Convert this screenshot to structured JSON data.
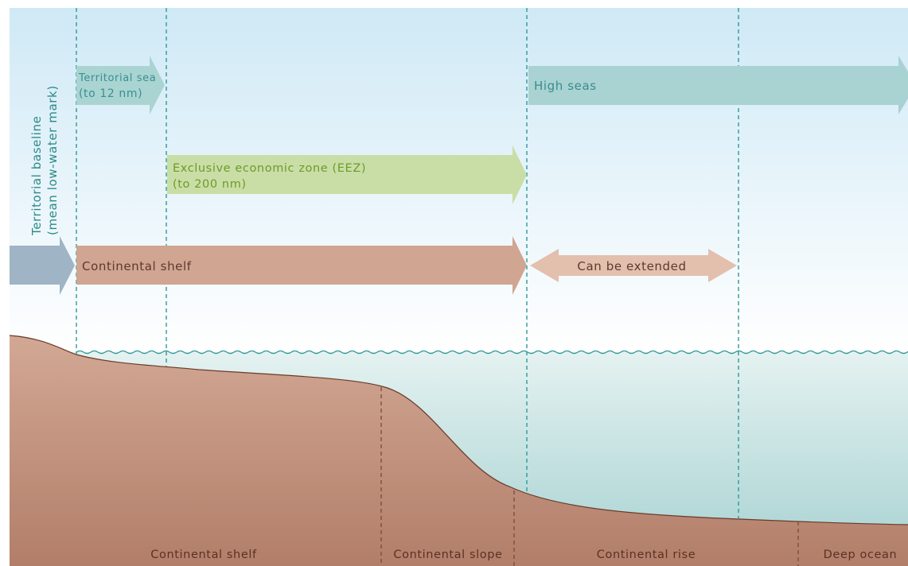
{
  "labels": {
    "baseline_line1": "Territorial baseline",
    "baseline_line2": "(mean low-water mark)",
    "territorial_sea_line1": "Territorial sea",
    "territorial_sea_line2": "(to 12 nm)",
    "high_seas": "High seas",
    "eez_line1": "Exclusive economic zone (EEZ)",
    "eez_line2": "(to 200 nm)",
    "continental_shelf_zone": "Continental shelf",
    "can_be_extended": "Can be extended"
  },
  "seabed_labels": {
    "shelf": "Continental shelf",
    "slope": "Continental slope",
    "rise": "Continental rise",
    "deep": "Deep ocean"
  },
  "colors": {
    "sky_top": "#cfe9f6",
    "sky_bottom": "#ffffff",
    "water_top": "#e4f2f1",
    "water_bottom": "#a6d1d1",
    "land_top": "#d2a895",
    "land_bottom": "#b27e69",
    "territorial_sea_arrow": "#a9d4d2",
    "territorial_sea_text": "#3a8f92",
    "high_seas_arrow": "#a9d2d2",
    "high_seas_text": "#3b8c8f",
    "eez_arrow": "#c9dea6",
    "eez_text": "#6f9a2a",
    "shelf_arrow": "#d0a592",
    "shelf_text": "#5b3a2d",
    "extended_arrow": "#e3bfae",
    "baseline_arrow": "#9fb4c4",
    "dashed_lines": "#2f9a98",
    "seabed_dashes": "#7a4a37"
  }
}
